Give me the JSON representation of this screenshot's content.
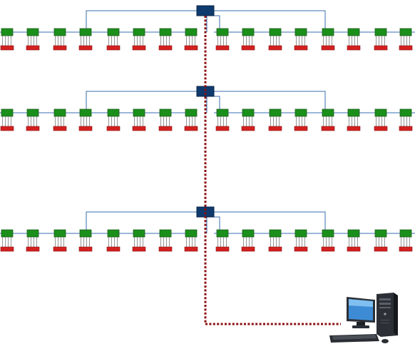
{
  "diagram": {
    "type": "network-topology",
    "hub_count": 3,
    "nodes_per_hub": 16,
    "inputs_per_node": 4,
    "workstation": "computer-workstation",
    "colors": {
      "hub": "#0e3a6e",
      "node": "#1a8f1a",
      "device": "#d42020",
      "bus": "#3a6cb0",
      "fiber": "#8b1010"
    }
  }
}
